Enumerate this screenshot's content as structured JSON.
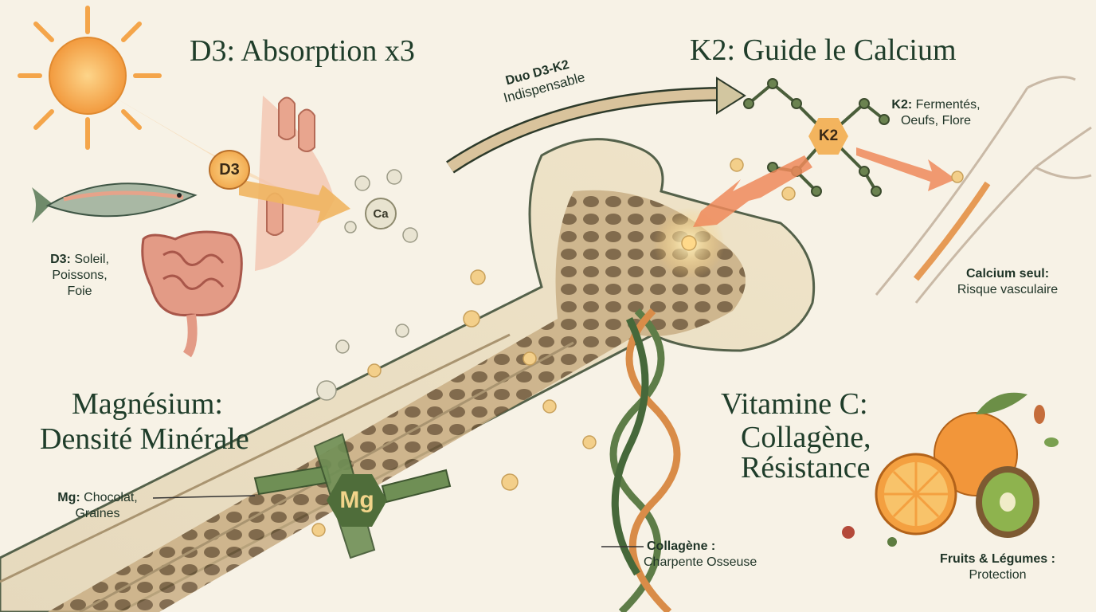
{
  "titles": {
    "d3": "D3: Absorption x3",
    "k2": "K2: Guide le Calcium",
    "mg_line1": "Magnésium:",
    "mg_line2": "Densité Minérale",
    "vitc_line1": "Vitamine C:",
    "vitc_line2": "Collagène,",
    "vitc_line3": "Résistance"
  },
  "labels": {
    "duo_bold": "Duo D3-K2",
    "duo_sub": "Indispensable",
    "d3_sources_bold": "D3:",
    "d3_sources_1": "Soleil,",
    "d3_sources_2": "Poissons,",
    "d3_sources_3": "Foie",
    "k2_sources_bold": "K2:",
    "k2_sources_1": "Fermentés,",
    "k2_sources_2": "Oeufs, Flore",
    "calcium_bold": "Calcium seul:",
    "calcium_sub": "Risque vasculaire",
    "mg_sources_bold": "Mg:",
    "mg_sources_1": "Chocolat,",
    "mg_sources_2": "Graines",
    "collagen_bold": "Collagène :",
    "collagen_sub": "Charpente Osseuse",
    "fruits_bold": "Fruits & Légumes :",
    "fruits_sub": "Protection"
  },
  "badges": {
    "d3": "D3",
    "ca": "Ca",
    "k2": "K2",
    "mg": "Mg"
  },
  "colors": {
    "background": "#f7f2e6",
    "text_green": "#1f3d2a",
    "sun_orange": "#f4a54a",
    "bone": "#e8dcc0",
    "mg_green": "#5c7a45",
    "arrow_orange": "#ee8a5a"
  }
}
